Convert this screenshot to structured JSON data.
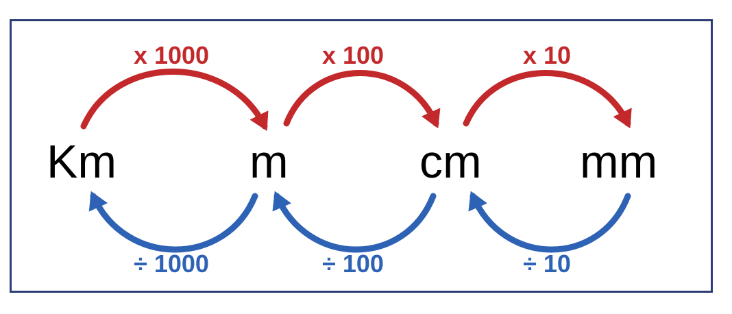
{
  "colors": {
    "multiply": "#c3282b",
    "divide": "#2e62b5",
    "border": "#2e3c77",
    "text": "#000000"
  },
  "units": [
    "Km",
    "m",
    "cm",
    "mm"
  ],
  "conversions": [
    {
      "from": "Km",
      "to": "m",
      "multiply_label": "x 1000",
      "divide_label": "÷ 1000"
    },
    {
      "from": "m",
      "to": "cm",
      "multiply_label": "x 100",
      "divide_label": "÷ 100"
    },
    {
      "from": "cm",
      "to": "mm",
      "multiply_label": "x 10",
      "divide_label": "÷ 10"
    }
  ]
}
